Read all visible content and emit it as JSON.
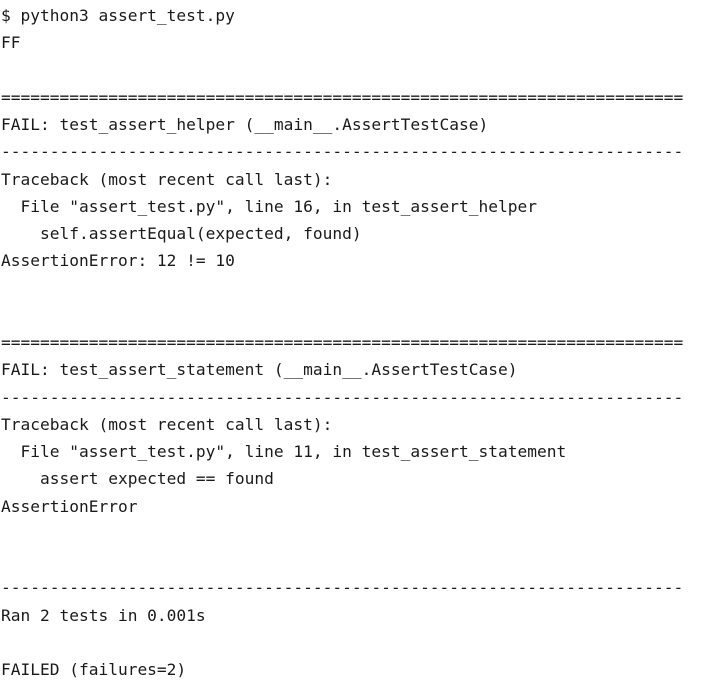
{
  "terminal": {
    "colors": {
      "background": "#ffffff",
      "foreground": "#1a1a1a"
    },
    "prompt_symbol": "$",
    "command": "python3 assert_test.py",
    "lines": [
      {
        "id": "prompt-command",
        "text": "$ python3 assert_test.py",
        "kind": "command"
      },
      {
        "id": "progress-dots",
        "text": "FF",
        "kind": "progress"
      },
      {
        "id": "blank-1",
        "text": "",
        "kind": "blank"
      },
      {
        "id": "separator-equals-1",
        "text": "======================================================================",
        "kind": "separator-equals"
      },
      {
        "id": "fail-header-1",
        "text": "FAIL: test_assert_helper (__main__.AssertTestCase)",
        "kind": "fail-header"
      },
      {
        "id": "separator-dashes-1",
        "text": "----------------------------------------------------------------------",
        "kind": "separator-dashes"
      },
      {
        "id": "traceback-header-1",
        "text": "Traceback (most recent call last):",
        "kind": "traceback-header"
      },
      {
        "id": "traceback-file-1",
        "text": "  File \"assert_test.py\", line 16, in test_assert_helper",
        "kind": "traceback-file"
      },
      {
        "id": "traceback-code-1",
        "text": "    self.assertEqual(expected, found)",
        "kind": "traceback-code"
      },
      {
        "id": "assertion-error-1",
        "text": "AssertionError: 12 != 10",
        "kind": "error"
      },
      {
        "id": "blank-2",
        "text": "",
        "kind": "blank"
      },
      {
        "id": "blank-3",
        "text": "",
        "kind": "blank"
      },
      {
        "id": "separator-equals-2",
        "text": "======================================================================",
        "kind": "separator-equals"
      },
      {
        "id": "fail-header-2",
        "text": "FAIL: test_assert_statement (__main__.AssertTestCase)",
        "kind": "fail-header"
      },
      {
        "id": "separator-dashes-2",
        "text": "----------------------------------------------------------------------",
        "kind": "separator-dashes"
      },
      {
        "id": "traceback-header-2",
        "text": "Traceback (most recent call last):",
        "kind": "traceback-header"
      },
      {
        "id": "traceback-file-2",
        "text": "  File \"assert_test.py\", line 11, in test_assert_statement",
        "kind": "traceback-file"
      },
      {
        "id": "traceback-code-2",
        "text": "    assert expected == found",
        "kind": "traceback-code"
      },
      {
        "id": "assertion-error-2",
        "text": "AssertionError",
        "kind": "error"
      },
      {
        "id": "blank-4",
        "text": "",
        "kind": "blank"
      },
      {
        "id": "blank-5",
        "text": "",
        "kind": "blank"
      },
      {
        "id": "separator-dashes-3",
        "text": "----------------------------------------------------------------------",
        "kind": "separator-dashes"
      },
      {
        "id": "summary-ran",
        "text": "Ran 2 tests in 0.001s",
        "kind": "summary"
      },
      {
        "id": "blank-6",
        "text": "",
        "kind": "blank"
      },
      {
        "id": "summary-result",
        "text": "FAILED (failures=2)",
        "kind": "result"
      }
    ],
    "summary": {
      "tests_run": 2,
      "duration": "0.001s",
      "result": "FAILED",
      "failures": 2,
      "test_file": "assert_test.py",
      "test_case": "__main__.AssertTestCase",
      "failed_tests": [
        {
          "name": "test_assert_helper",
          "line": 16,
          "code": "self.assertEqual(expected, found)",
          "error": "AssertionError: 12 != 10"
        },
        {
          "name": "test_assert_statement",
          "line": 11,
          "code": "assert expected == found",
          "error": "AssertionError"
        }
      ]
    }
  }
}
